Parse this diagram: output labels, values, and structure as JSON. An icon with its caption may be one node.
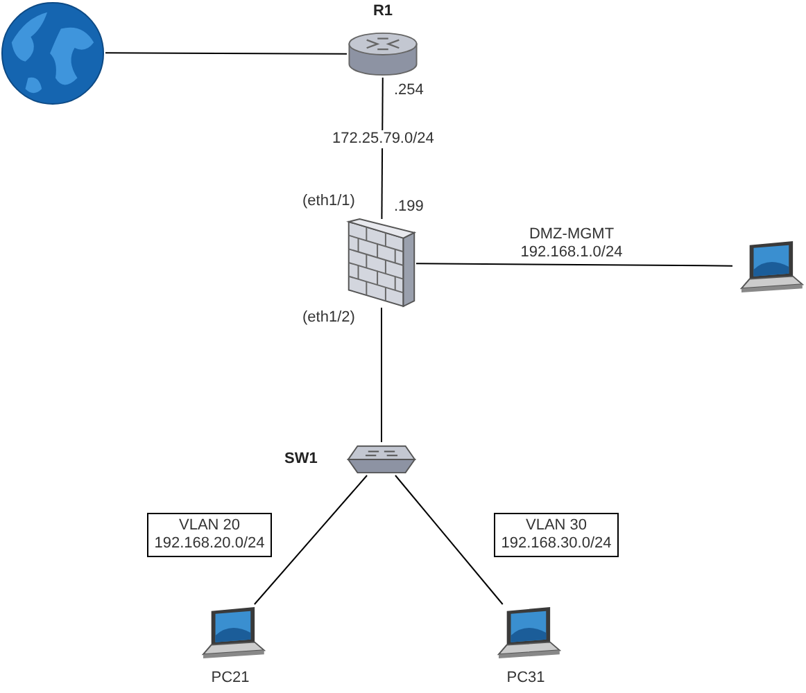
{
  "diagram": {
    "nodes": [
      {
        "text": [],
        "shape": "globe"
      },
      {
        "text": [
          "R1"
        ],
        "beside": [
          ".254"
        ]
      },
      {
        "text": [],
        "shape": "firewall",
        "beside": [
          "(eth1/1)",
          ".199",
          "(eth1/2)"
        ]
      },
      {
        "text": [],
        "shape": "laptop"
      },
      {
        "text": [
          "SW1"
        ]
      },
      {
        "text": [
          "VLAN 20 192.168.20.0/24"
        ]
      },
      {
        "text": [
          "VLAN 30 192.168.30.0/24"
        ]
      },
      {
        "text": [
          "PC21"
        ]
      },
      {
        "text": [
          "PC31"
        ]
      }
    ],
    "edges": [
      {
        "from": 0,
        "to": 1,
        "arrow": "none"
      },
      {
        "from": 1,
        "to": 2,
        "arrow": "none",
        "label": "172.25.79.0/24"
      },
      {
        "from": 2,
        "to": 3,
        "arrow": "none",
        "label": "DMZ-MGMT 192.168.1.0/24"
      },
      {
        "from": 2,
        "to": 4,
        "arrow": "none"
      },
      {
        "from": 4,
        "to": 7,
        "arrow": "none"
      },
      {
        "from": 4,
        "to": 8,
        "arrow": "none"
      }
    ]
  }
}
